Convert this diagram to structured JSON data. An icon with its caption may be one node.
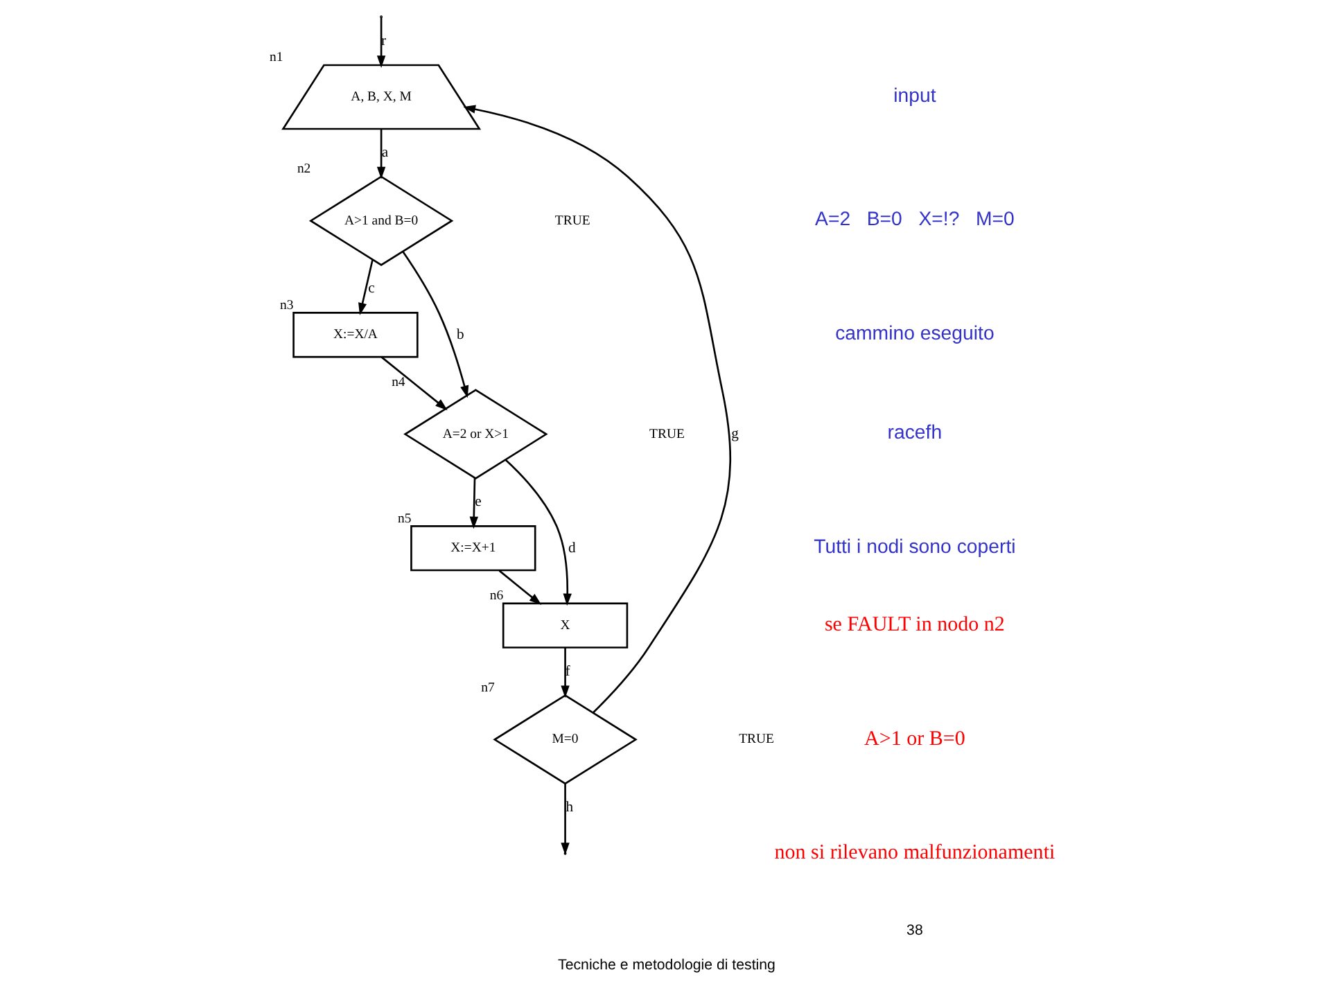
{
  "diagram": {
    "caption": "Tecniche e metodologie di testing",
    "nodes": [
      {
        "text": [
          "A, B, X, M"
        ],
        "beside": [
          "n1"
        ]
      },
      {
        "text": [
          "A>1 and B=0"
        ],
        "beside": [
          "n2"
        ]
      },
      {
        "text": [
          "X:=X/A"
        ],
        "beside": [
          "n3"
        ]
      },
      {
        "text": [
          "A=2 or X>1"
        ],
        "beside": [
          "n4"
        ]
      },
      {
        "text": [
          "X:=X+1"
        ],
        "beside": [
          "n5"
        ]
      },
      {
        "text": [
          "X"
        ],
        "beside": [
          "n6"
        ]
      },
      {
        "text": [
          "M=0"
        ],
        "beside": [
          "n7"
        ]
      }
    ],
    "edges": [
      {
        "from": null,
        "to": 0,
        "arrow": "to",
        "label": "r"
      },
      {
        "from": 0,
        "to": 1,
        "arrow": "to",
        "label": "a"
      },
      {
        "from": 1,
        "to": 2,
        "arrow": "to",
        "label": "c"
      },
      {
        "from": 1,
        "to": 3,
        "arrow": "to",
        "label": "b"
      },
      {
        "from": 2,
        "to": 3,
        "arrow": "to"
      },
      {
        "from": 3,
        "to": 4,
        "arrow": "to",
        "label": "e"
      },
      {
        "from": 3,
        "to": 5,
        "arrow": "to",
        "label": "d"
      },
      {
        "from": 4,
        "to": 5,
        "arrow": "to"
      },
      {
        "from": 5,
        "to": 6,
        "arrow": "to",
        "label": "f"
      },
      {
        "from": 6,
        "to": 0,
        "arrow": "to",
        "label": "g"
      },
      {
        "from": 6,
        "to": null,
        "arrow": "to",
        "label": "h"
      }
    ],
    "labels": [
      "TRUE",
      "TRUE",
      "TRUE",
      "input",
      "A=2   B=0   X=!?   M=0",
      "cammino eseguito",
      "racefh",
      "Tutti i nodi sono coperti",
      "se FAULT in nodo n2",
      "A>1 or B=0",
      "non si rilevano malfunzionamenti",
      "38"
    ]
  }
}
